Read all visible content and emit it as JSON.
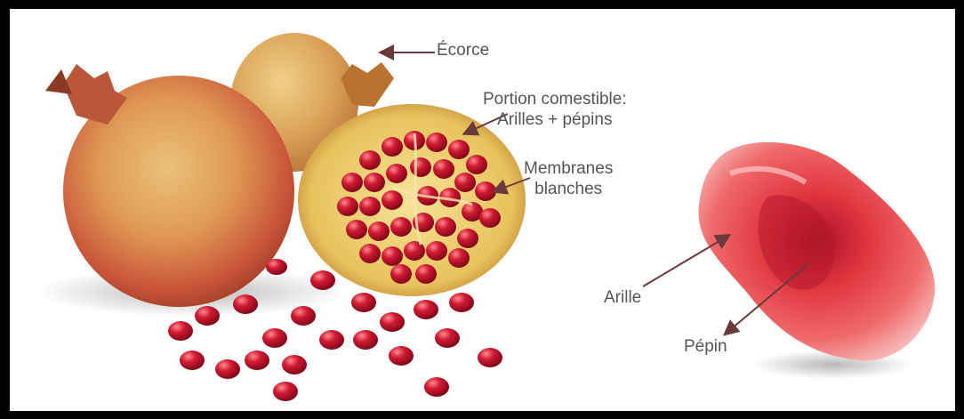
{
  "labels": {
    "ecorce": "Écorce",
    "portion_line1": "Portion comestible:",
    "portion_line2": "Arilles + pépins",
    "membranes_line1": "Membranes",
    "membranes_line2": "blanches",
    "arille": "Arille",
    "pepin": "Pépin"
  },
  "colors": {
    "frame": "#000000",
    "background": "#ffffff",
    "arrow": "#6a3a3a",
    "label_text": "#555555",
    "skin": "#d9a055",
    "aril_red": "#b8102a"
  }
}
